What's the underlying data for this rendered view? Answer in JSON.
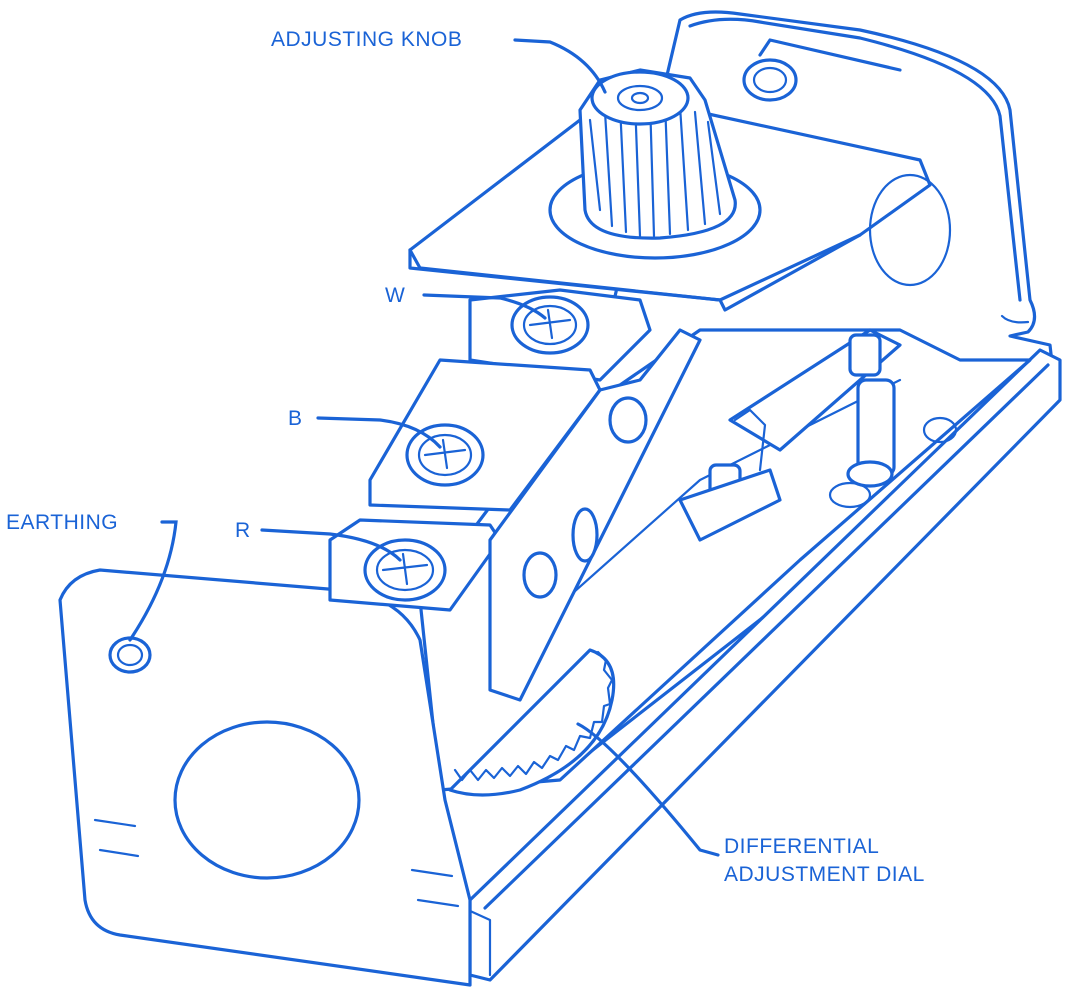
{
  "colors": {
    "line": "#1a63d6",
    "background": "#ffffff"
  },
  "labels": {
    "adjusting_knob": "ADJUSTING KNOB",
    "w": "W",
    "b": "B",
    "r": "R",
    "earthing": "EARTHING",
    "differential_line1": "DIFFERENTIAL",
    "differential_line2": "ADJUSTMENT DIAL"
  }
}
